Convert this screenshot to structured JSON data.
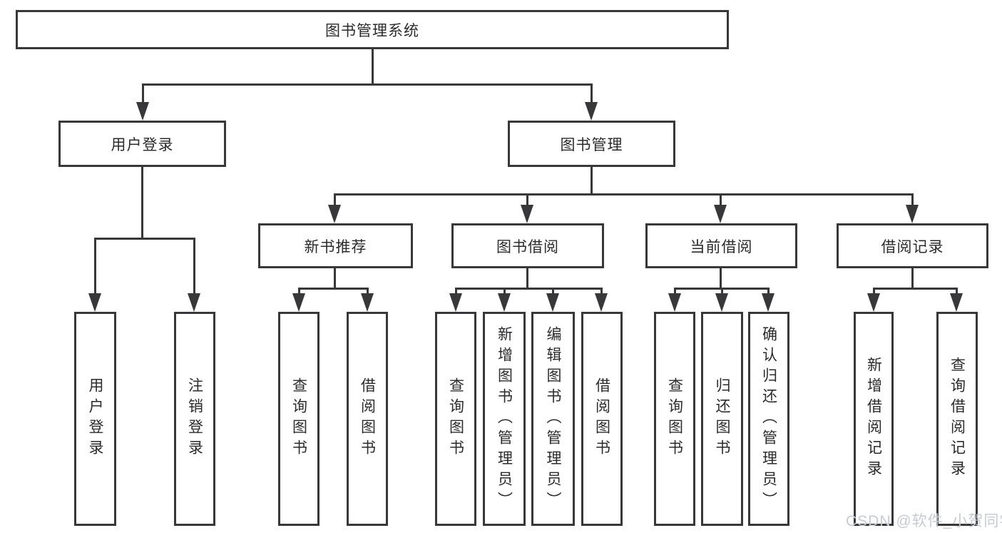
{
  "diagram_title": "图书管理系统",
  "nodes": {
    "root": "图书管理系统",
    "level2": [
      "用户登录",
      "图书管理"
    ],
    "level3": [
      "新书推荐",
      "图书借阅",
      "当前借阅",
      "借阅记录"
    ],
    "leaves": [
      "用户登录",
      "注销登录",
      "查询图书",
      "借阅图书",
      "查询图书",
      "新增图书（管理员）",
      "编辑图书（管理员）",
      "借阅图书",
      "查询图书",
      "归还图书",
      "确认归还（管理员）",
      "新增借阅记录",
      "查询借阅记录"
    ]
  },
  "watermark": "CSDN @软件_小贺同学",
  "colors": {
    "line": "#38383a",
    "text": "#2b2b2d",
    "watermark": "#c7cbd2",
    "background": "#ffffff"
  }
}
